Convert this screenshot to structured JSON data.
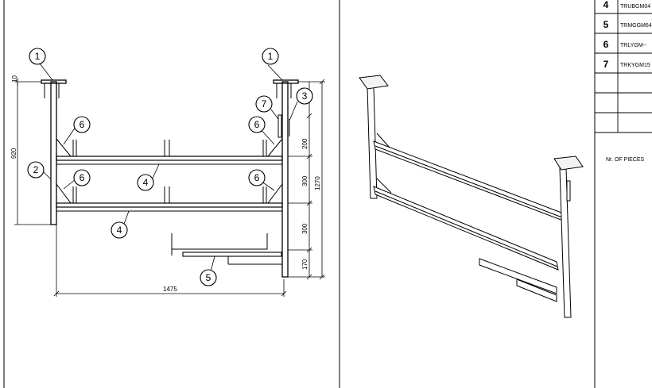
{
  "callouts": {
    "c1_left": "1",
    "c1_right": "1",
    "c2": "2",
    "c3": "3",
    "c4_upper": "4",
    "c4_lower": "4",
    "c5": "5",
    "c6_top_left": "6",
    "c6_top_right": "6",
    "c6_mid_left": "6",
    "c6_mid_right": "6",
    "c7": "7"
  },
  "dimensions": {
    "top_plate": "10",
    "left_height": "920",
    "total_height": "1270",
    "seg_200": "200",
    "seg_300_a": "300",
    "seg_300_b": "300",
    "seg_170": "170",
    "width": "1475"
  },
  "parts_table": {
    "rows": [
      {
        "num": "4",
        "code": "TRUBGM04"
      },
      {
        "num": "5",
        "code": "TRMGGM64"
      },
      {
        "num": "6",
        "code": "TRLYGM--"
      },
      {
        "num": "7",
        "code": "TRKYGM15"
      }
    ],
    "pieces_label": "Nr. OF PIECES"
  }
}
